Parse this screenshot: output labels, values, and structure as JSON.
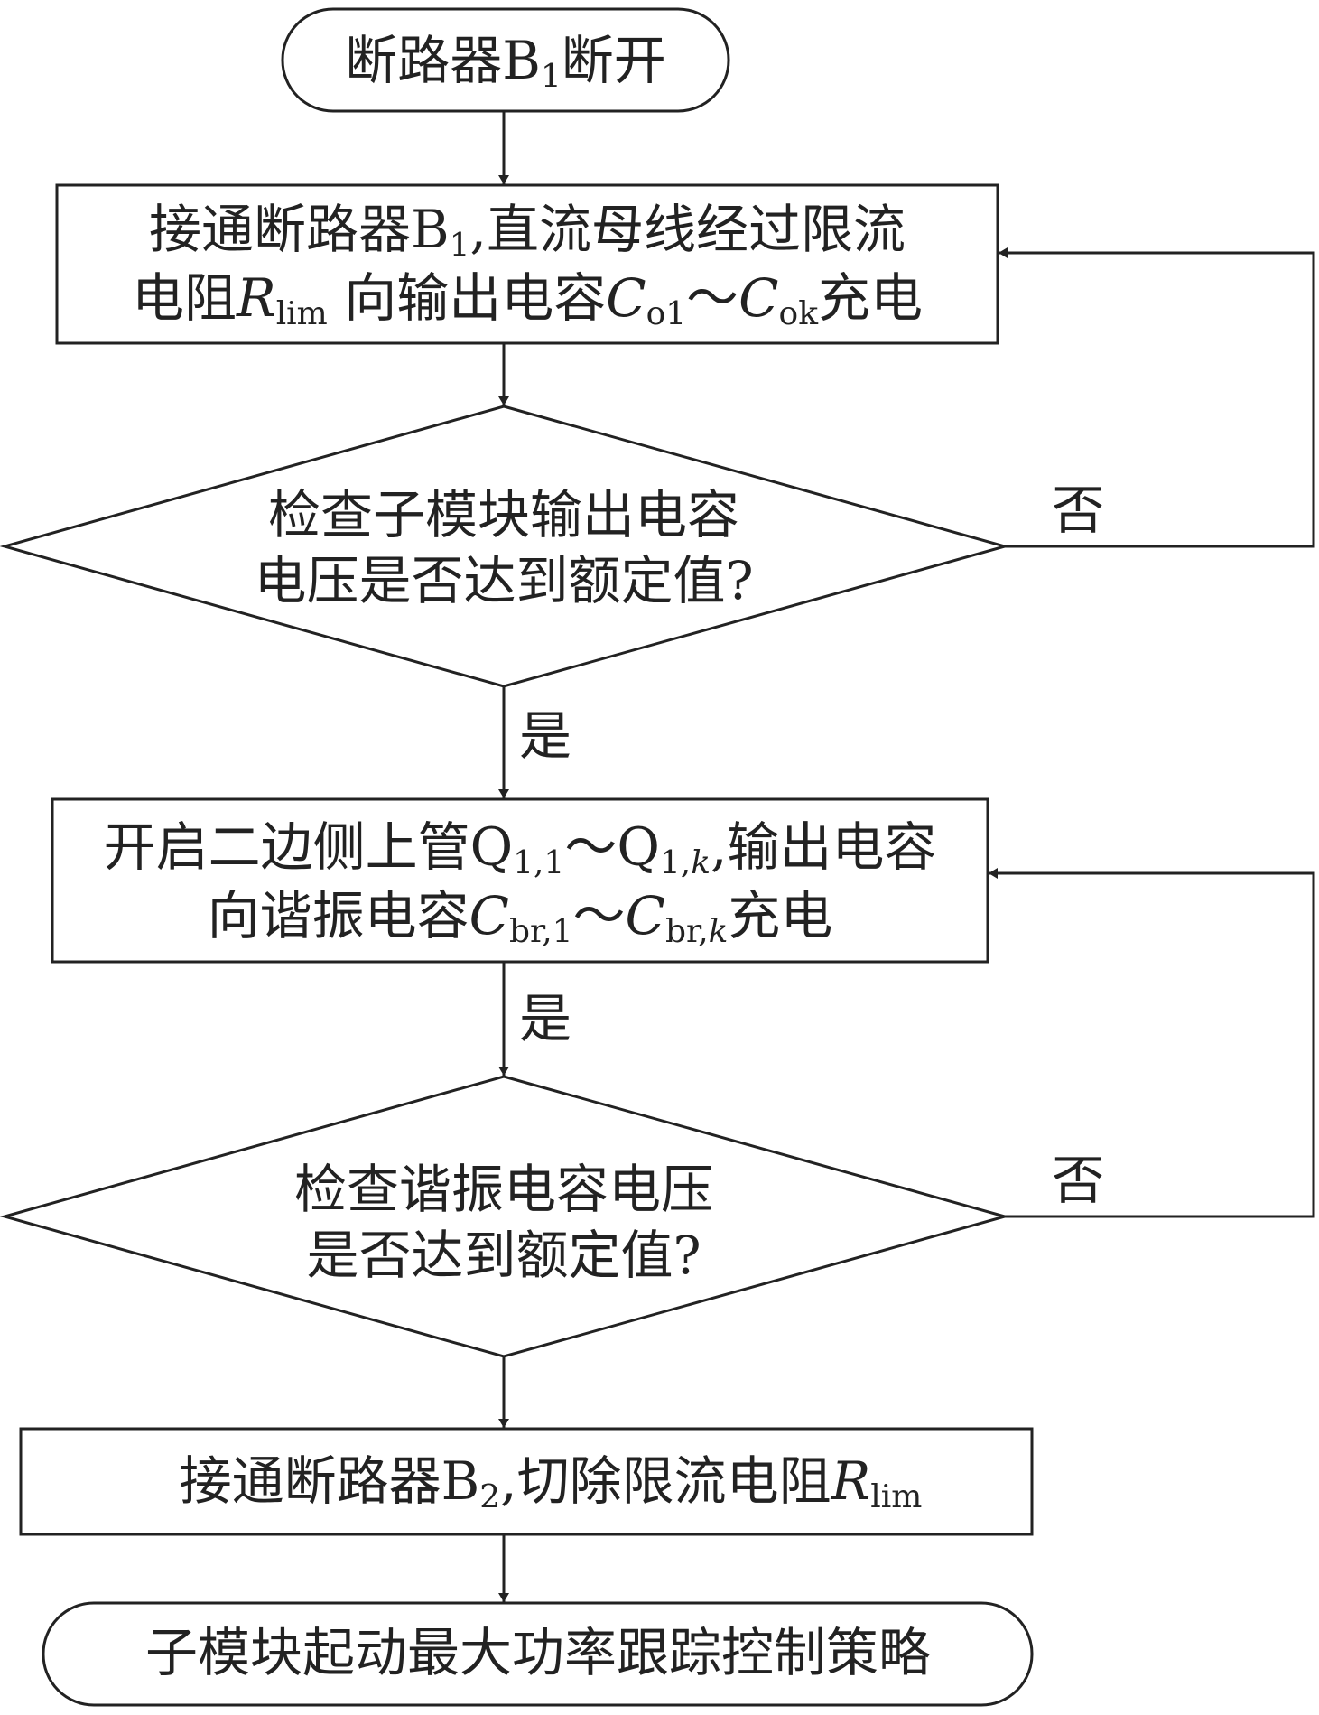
{
  "nodes": {
    "start": {
      "text_a": "断路器B",
      "text_b": "1",
      "text_c": "断开"
    },
    "step1": {
      "l1_a": "接通断路器B",
      "l1_b": "1",
      "l1_c": ",直流母线经过限流",
      "l2_a": "电阻",
      "l2_b": "R",
      "l2_c": "lim",
      "l2_d": " 向输出电容",
      "l2_e": "C",
      "l2_f": "o1",
      "l2_g": "～",
      "l2_h": "C",
      "l2_i": "ok",
      "l2_j": "充电"
    },
    "decision1": {
      "line1": "检查子模块输出电容",
      "line2": "电压是否达到额定值?"
    },
    "step2": {
      "l1_a": "开启二边侧上管Q",
      "l1_b": "1,1",
      "l1_c": "～Q",
      "l1_d": "1,",
      "l1_e": "k",
      "l1_f": ",输出电容",
      "l2_a": "向谐振电容",
      "l2_b": "C",
      "l2_c": "br,1",
      "l2_d": "～",
      "l2_e": "C",
      "l2_f": "br,",
      "l2_g": "k",
      "l2_h": "充电"
    },
    "decision2": {
      "line1": "检查谐振电容电压",
      "line2": "是否达到额定值?"
    },
    "step3": {
      "a": "接通断路器B",
      "b": "2",
      "c": ",切除限流电阻",
      "d": "R",
      "e": "lim"
    },
    "end": {
      "text": "子模块起动最大功率跟踪控制策略"
    }
  },
  "edges": {
    "yes1": "是",
    "yes2": "是",
    "no1": "否",
    "no2": "否"
  }
}
